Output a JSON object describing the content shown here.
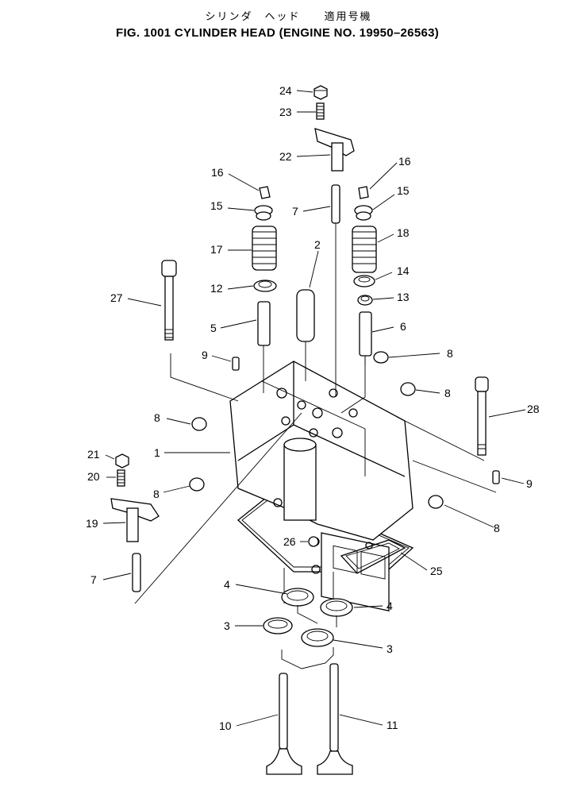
{
  "title_jp": "シリンダ　ヘッド　　適用号機",
  "title_en": "FIG. 1001  CYLINDER HEAD (ENGINE NO. 19950–26563)",
  "callouts": [
    "24",
    "23",
    "22",
    "16",
    "16",
    "15",
    "15",
    "7",
    "2",
    "17",
    "18",
    "12",
    "14",
    "27",
    "13",
    "5",
    "6",
    "9",
    "8",
    "8",
    "8",
    "28",
    "1",
    "21",
    "20",
    "8",
    "9",
    "8",
    "19",
    "26",
    "25",
    "7",
    "4",
    "4",
    "3",
    "3",
    "10",
    "11"
  ]
}
